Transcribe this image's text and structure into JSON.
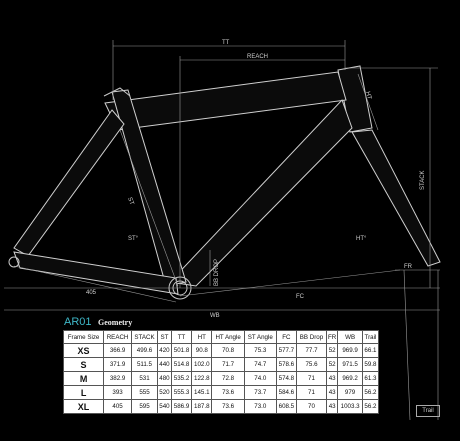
{
  "dimension_labels": {
    "tt": "TT",
    "reach": "REACH",
    "ht": "HT",
    "stack": "STACK",
    "st": "ST",
    "st_angle": "ST°",
    "ht_angle": "HT°",
    "bb_drop": "BB DROP",
    "fc": "FC",
    "fr": "FR",
    "cs": "405",
    "wb": "WB",
    "trail": "Trail"
  },
  "geometry": {
    "model": "AR01",
    "heading": "Geometry",
    "columns": [
      "Frame Size",
      "REACH",
      "STACK",
      "ST",
      "TT",
      "HT",
      "HT Angle",
      "ST Angle",
      "FC",
      "BB Drop",
      "FR",
      "WB",
      "Trail"
    ],
    "rows": [
      [
        "XS",
        "366.9",
        "499.6",
        "420",
        "501.8",
        "90.8",
        "70.8",
        "75.3",
        "577.7",
        "77.7",
        "52",
        "969.9",
        "66.1"
      ],
      [
        "S",
        "371.9",
        "511.5",
        "440",
        "514.8",
        "102.0",
        "71.7",
        "74.7",
        "578.6",
        "75.6",
        "52",
        "971.5",
        "59.8"
      ],
      [
        "M",
        "382.9",
        "531",
        "480",
        "535.2",
        "122.8",
        "72.8",
        "74.0",
        "574.8",
        "71",
        "43",
        "969.2",
        "61.3"
      ],
      [
        "L",
        "393",
        "555",
        "520",
        "555.3",
        "145.1",
        "73.6",
        "73.7",
        "584.6",
        "71",
        "43",
        "979",
        "56.2"
      ],
      [
        "XL",
        "405",
        "595",
        "540",
        "586.9",
        "187.8",
        "73.6",
        "73.0",
        "608.5",
        "70",
        "43",
        "1003.3",
        "56.2"
      ]
    ]
  }
}
